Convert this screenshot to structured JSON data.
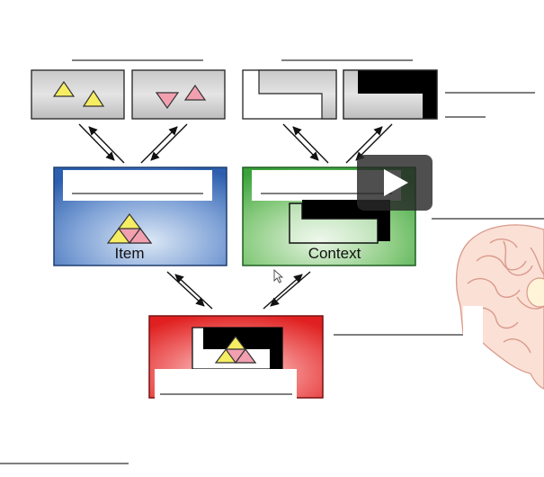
{
  "boxes": {
    "item": {
      "label": "Item"
    },
    "context": {
      "label": "Context"
    }
  },
  "colors": {
    "item_gradient": [
      "#2d5fae",
      "#dbe7f5"
    ],
    "context_gradient": [
      "#39a23a",
      "#e6f4e2"
    ],
    "binding_gradient": [
      "#e02020",
      "#fde3e3"
    ],
    "triangle_yellow": "#f6ee62",
    "triangle_pink": "#f2a0b0",
    "brain_fill": "#fbe0d5",
    "brain_line": "#d99a8c",
    "overlay": "#282828"
  },
  "icons": [
    "play-icon",
    "cursor-icon",
    "brain-image"
  ]
}
